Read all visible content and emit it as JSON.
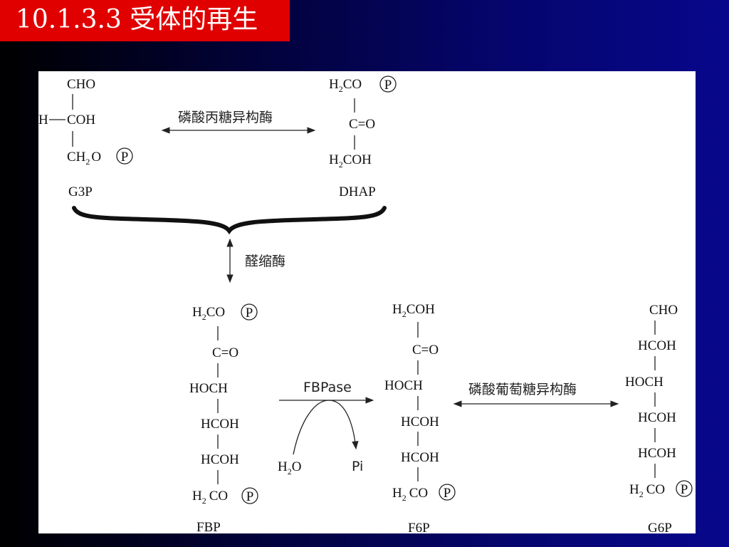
{
  "slide": {
    "title": "10.1.3.3 受体的再生"
  },
  "diagram": {
    "g3p": {
      "c1": "CHO",
      "c2_h": "H",
      "c2": "COH",
      "c3_prefix": "CH",
      "c3_sub": "2",
      "c3_suffix": "O",
      "phosphate": "P",
      "label": "G3P"
    },
    "dhap": {
      "c1_prefix": "H",
      "c1_sub": "2",
      "c1_suffix": "CO",
      "phosphate": "P",
      "c2": "C=O",
      "c3_prefix": "H",
      "c3_sub": "2",
      "c3_suffix": "COH",
      "label": "DHAP"
    },
    "enzyme_tpi": "磷酸丙糖异构酶",
    "enzyme_aldolase": "醛缩酶",
    "fbp": {
      "c1_prefix": "H",
      "c1_sub": "2",
      "c1_suffix": "CO",
      "phosphate1": "P",
      "c2": "C=O",
      "c3": "HOCH",
      "c4": "HCOH",
      "c5": "HCOH",
      "c6_prefix": "H",
      "c6_sub": "2",
      "c6_suffix": "CO",
      "phosphate2": "P",
      "label": "FBP"
    },
    "fbpase": {
      "enzyme": "FBPase",
      "water_prefix": "H",
      "water_sub": "2",
      "water_suffix": "O",
      "product": "Pi"
    },
    "f6p": {
      "c1_prefix": "H",
      "c1_sub": "2",
      "c1_suffix": "COH",
      "c2": "C=O",
      "c3": "HOCH",
      "c4": "HCOH",
      "c5": "HCOH",
      "c6_prefix": "H",
      "c6_sub": "2",
      "c6_suffix": "CO",
      "phosphate": "P",
      "label": "F6P"
    },
    "enzyme_pgi": "磷酸葡萄糖异构酶",
    "g6p": {
      "c1": "CHO",
      "c2": "HCOH",
      "c3": "HOCH",
      "c4": "HCOH",
      "c5": "HCOH",
      "c6_prefix": "H",
      "c6_sub": "2",
      "c6_suffix": "CO",
      "phosphate": "P",
      "label": "G6P"
    }
  }
}
